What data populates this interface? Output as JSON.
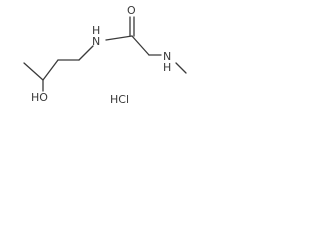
{
  "molecule": {
    "atoms": {
      "oxygen_carbonyl": "O",
      "nitrogen_amide": "N",
      "hydrogen_amide": "H",
      "nitrogen_amine": "N",
      "hydrogen_amine": "H",
      "hydroxyl": "HO",
      "salt": "HCl"
    }
  }
}
